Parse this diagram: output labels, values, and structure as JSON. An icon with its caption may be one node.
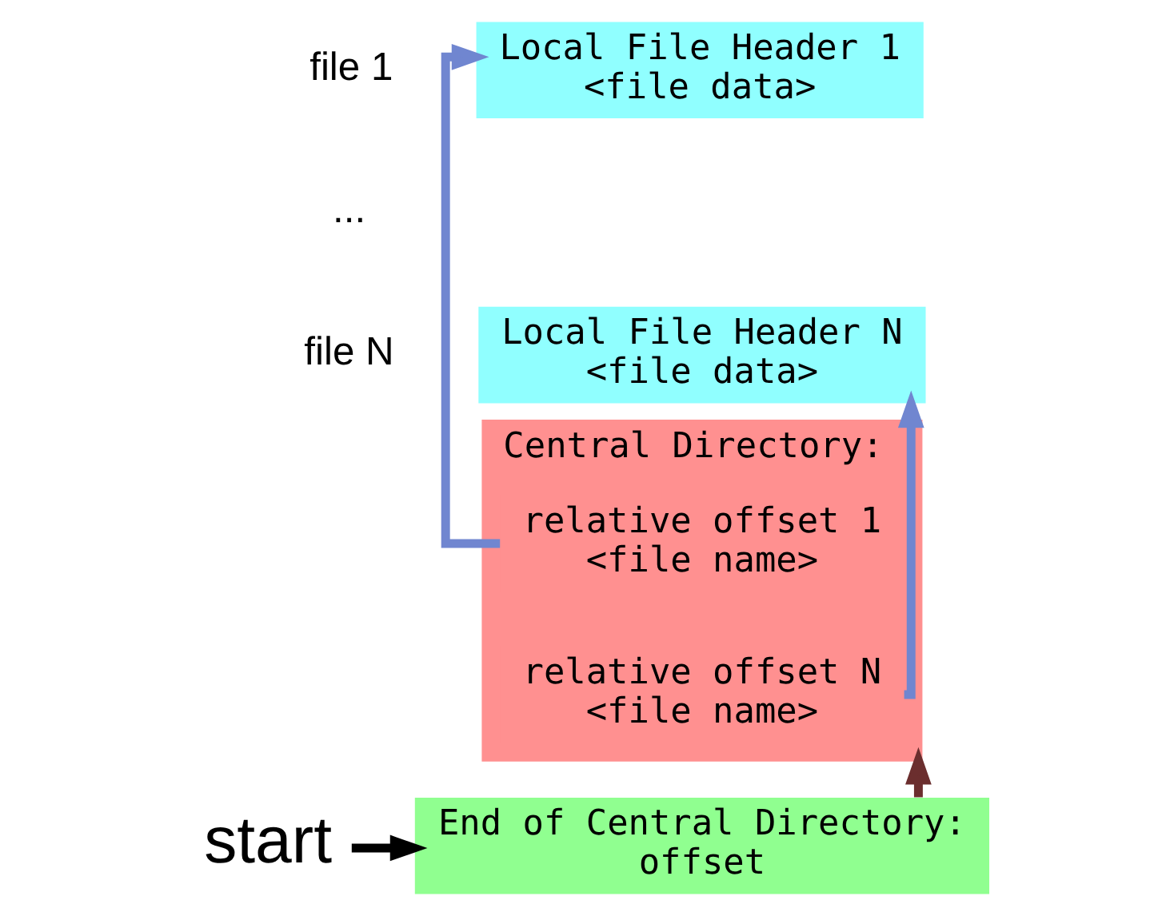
{
  "diagram": {
    "nodes": [
      {
        "text": [
          "Local File Header 1",
          "<file data>"
        ],
        "beside": [
          "file 1"
        ]
      },
      {
        "text": [
          "Local File Header N",
          "<file data>"
        ],
        "beside": [
          "file N"
        ]
      },
      {
        "text": [
          "Central Directory:"
        ]
      },
      {
        "text": [
          "relative offset 1",
          "<file name>"
        ],
        "in": 2
      },
      {
        "text": [
          "relative offset N",
          "<file name>"
        ],
        "in": 2
      },
      {
        "text": [
          "End of Central Directory:",
          "offset"
        ]
      },
      {
        "text": [
          "start"
        ]
      }
    ],
    "edges": [
      {
        "from": 3,
        "to": 0,
        "arrow": "to",
        "color": "#7086d0"
      },
      {
        "from": 4,
        "to": 1,
        "arrow": "to",
        "color": "#7086d0"
      },
      {
        "from": 5,
        "to": 2,
        "arrow": "to",
        "color": "#6b2e2e"
      },
      {
        "from": 6,
        "to": 5,
        "arrow": "to",
        "color": "#000000"
      }
    ],
    "labels": [
      "..."
    ]
  }
}
